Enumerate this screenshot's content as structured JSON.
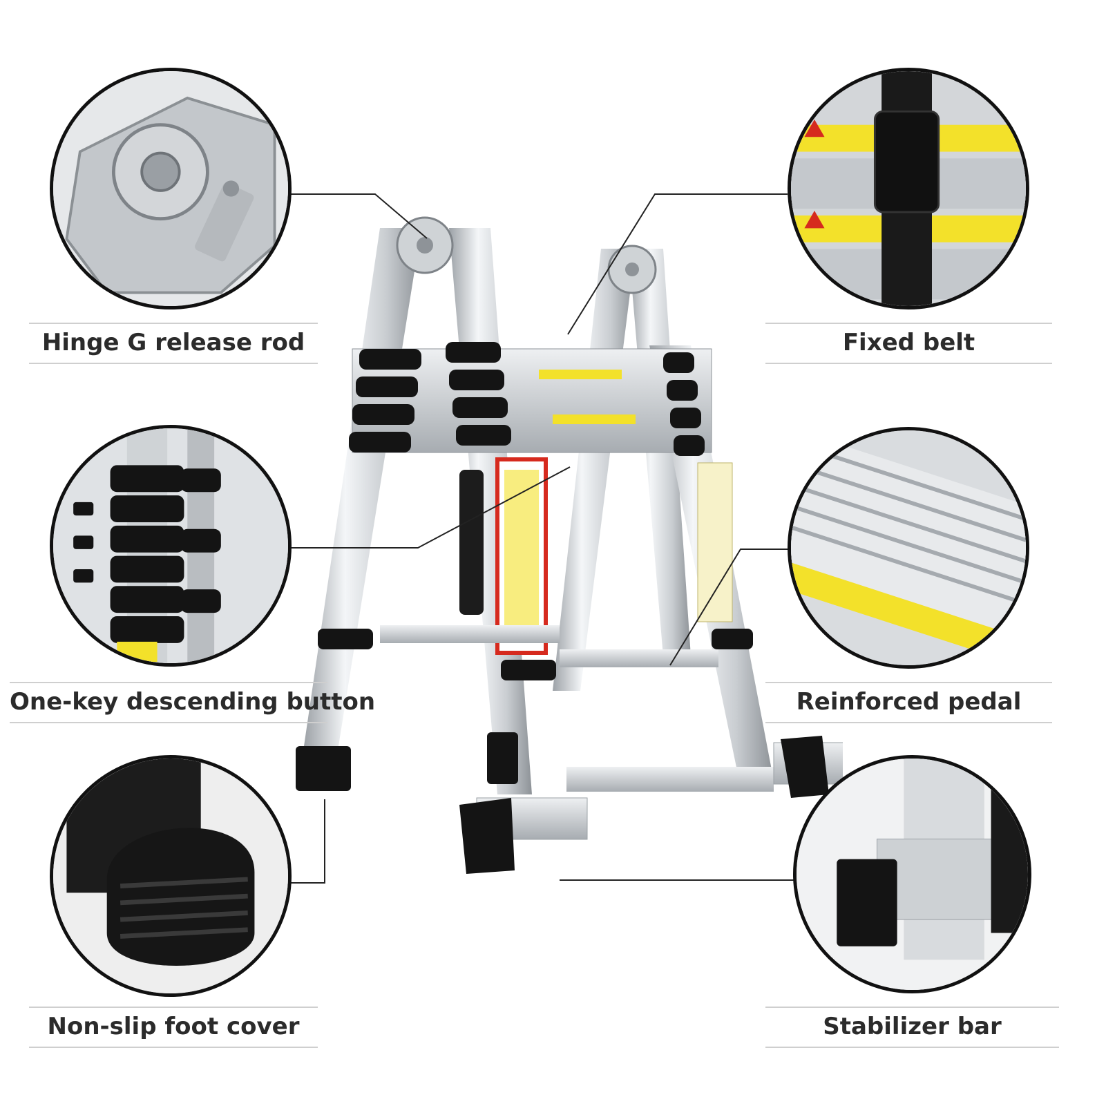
{
  "labels": {
    "hinge": "Hinge G release rod",
    "belt": "Fixed belt",
    "button": "One-key descending button",
    "pedal": "Reinforced pedal",
    "foot": "Non-slip foot cover",
    "stabilizer": "Stabilizer bar"
  },
  "colors": {
    "aluminum": "#d9dcdf",
    "rubber": "#141414",
    "warning_yellow": "#f3e12a",
    "danger_red": "#d62a1e",
    "outline": "#111111"
  }
}
